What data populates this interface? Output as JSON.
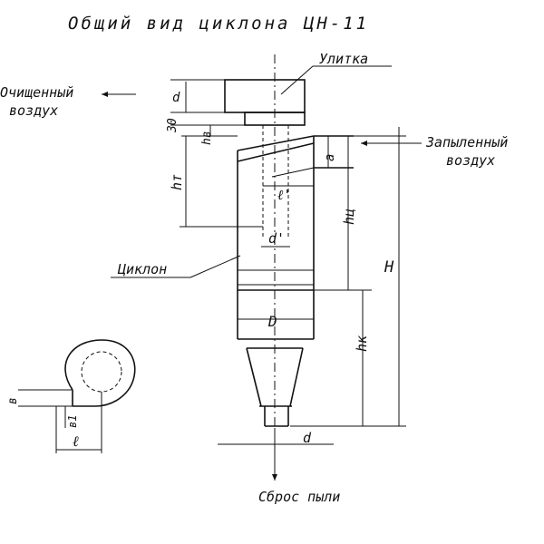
{
  "title": "Общий вид циклона ЦН-11",
  "labels": {
    "volute": "Улитка",
    "clean_air_line1": "Очищенный",
    "clean_air_line2": "воздух",
    "dusty_air_line1": "Запыленный",
    "dusty_air_line2": "воздух",
    "cyclone": "Циклон",
    "dust_discharge": "Сброс пыли"
  },
  "dimensions": {
    "d_top": "d",
    "thirty": "30",
    "h_b": "hв",
    "h_t": "hт",
    "l_inlet": "ℓ'",
    "d_outlet": "d'",
    "a_inlet": "а",
    "h_c": "hц",
    "H": "H",
    "D": "D",
    "h_k": "hк",
    "d_bottom": "d",
    "b": "в",
    "b1": "в1",
    "l_plan": "ℓ"
  }
}
